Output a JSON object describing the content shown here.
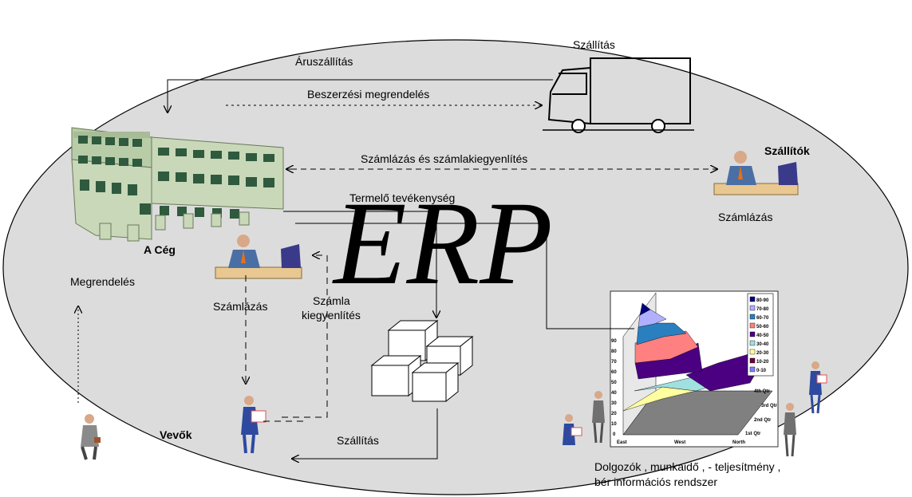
{
  "diagram": {
    "center_title": "ERP",
    "colors": {
      "ellipse_fill": "#dcdcdc",
      "building_wall": "#c8d8b8",
      "building_window": "#2f5a3e",
      "shirt": "#4a6fa5",
      "tie": "#e8701a",
      "laptop": "#3a3a8a"
    },
    "labels": {
      "supply_top": "Szállítás",
      "goods_delivery": "Áruszállítás",
      "purchase_order": "Beszerzési  megrendelés",
      "billing_and_payment": "Számlázás  és  számlakiegyenlítés",
      "suppliers": "Szállítók",
      "supplier_billing": "Számlázás",
      "production": "Termelő  tevékenység",
      "company": "A Cég",
      "order": "Megrendelés",
      "company_billing": "Számlázás",
      "invoice_payment_1": "Számla",
      "invoice_payment_2": "kiegyenlítés",
      "customers": "Vevők",
      "delivery_bottom": "Szállítás",
      "hr_1": "Dolgozók ,  munkaidő , - teljesítmény ,",
      "hr_2": "bér  információs  rendszer"
    },
    "chart": {
      "legend": [
        "80-90",
        "70-80",
        "60-70",
        "50-60",
        "40-50",
        "30-40",
        "20-30",
        "10-20",
        "0-10"
      ],
      "legend_colors": [
        "#000080",
        "#b0b0ff",
        "#2a7fbf",
        "#ff8080",
        "#4b0082",
        "#a0e0e0",
        "#ffffa0",
        "#6a0040",
        "#8080ff"
      ],
      "y_ticks": [
        "0",
        "10",
        "20",
        "30",
        "40",
        "50",
        "60",
        "70",
        "80",
        "90"
      ],
      "x_ticks": [
        "East",
        "West",
        "North"
      ],
      "depth_ticks": [
        "1st Qtr",
        "2nd Qtr",
        "3rd Qtr",
        "4th Qtr"
      ]
    }
  }
}
